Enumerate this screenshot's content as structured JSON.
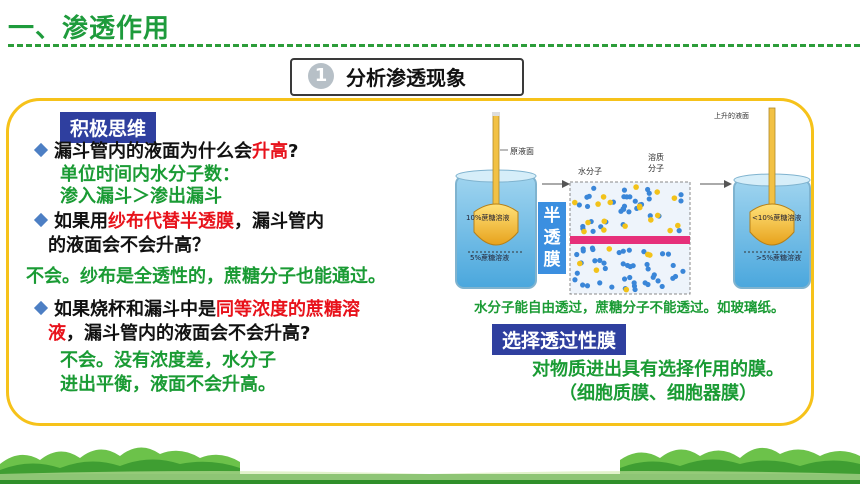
{
  "title": "一、渗透作用",
  "subtitle": {
    "num": "1",
    "text": "分析渗透现象"
  },
  "think_tag": "积极思维",
  "q1": {
    "pre": "漏斗管内的液面为什么会",
    "red": "升高",
    "post": "?"
  },
  "a1_line1": "单位时间内水分子数：",
  "a1_line2": "渗入漏斗＞渗出漏斗",
  "q2": {
    "pre": "如果用",
    "red": "纱布代替半透膜",
    "post": "，漏斗管内",
    "line2": "的液面会不会升高？"
  },
  "a2": "不会。纱布是全透性的，蔗糖分子也能通过。",
  "q3": {
    "pre": "如果烧杯和漏斗中是",
    "red1": "同等浓度的蔗糖溶",
    "red2": "液",
    "post": "，漏斗管内的液面会不会升高?"
  },
  "a3_line1": "不会。没有浓度差，水分子",
  "a3_line2": "进出平衡，液面不会升高。",
  "diagram": {
    "label_original_level": "原液面",
    "label_rise_level": "上升的液面",
    "label_water_molecule": "水分子",
    "label_solute_1": "溶质",
    "label_solute_2": "分子",
    "label_10pct": "10%蔗糖溶液",
    "label_5pct": "5%蔗糖溶液",
    "label_lt10": "<10%蔗糖溶液",
    "label_gt5": ">5%蔗糖溶液",
    "membrane": [
      "半",
      "透",
      "膜"
    ]
  },
  "caption": "水分子能自由透过，蔗糖分子不能透过。如玻璃纸。",
  "select_tag": "选择透过性膜",
  "def_line1": "对物质进出具有选择作用的膜。",
  "def_line2": "（细胞质膜、细胞器膜）",
  "colors": {
    "title_green": "#1e9b3c",
    "answer_green": "#1a9b34",
    "highlight_red": "#e8121b",
    "tag_blue": "#2f3f9f",
    "frame_yellow": "#f6c21a"
  }
}
